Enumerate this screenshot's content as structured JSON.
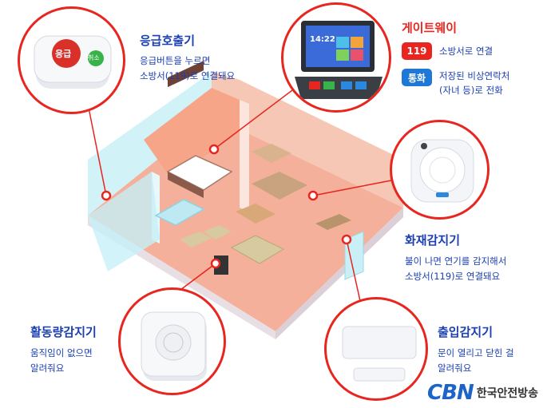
{
  "emergency": {
    "title": "응급호출기",
    "desc_line1": "응급버튼을 누르면",
    "desc_line2": "소방서(119)로 연결돼요",
    "button_label": "응급",
    "cancel_label": "취소"
  },
  "gateway": {
    "title": "게이트웨이",
    "badge_119": "119",
    "badge_119_text": "소방서로 연결",
    "badge_call": "통화",
    "badge_call_line1": "저장된 비상연락처",
    "badge_call_line2": "(자녀 등)로 전화",
    "screen_time": "14:22",
    "colors": {
      "badge_119": "#e8251f",
      "badge_call": "#1e78d6"
    }
  },
  "fire": {
    "title": "화재감지기",
    "desc_line1": "불이 나면 연기를 감지해서",
    "desc_line2": "소방서(119)로 연결돼요"
  },
  "activity": {
    "title": "활동량감지기",
    "desc_line1": "움직임이 없으면",
    "desc_line2": "알려줘요"
  },
  "door": {
    "title": "출입감지기",
    "desc_line1": "문이 열리고 닫힌 걸",
    "desc_line2": "알려줘요"
  },
  "logo": {
    "mark": "CBN",
    "text": "한국안전방송"
  },
  "colors": {
    "accent": "#e8251f",
    "text": "#1a3fb0"
  }
}
